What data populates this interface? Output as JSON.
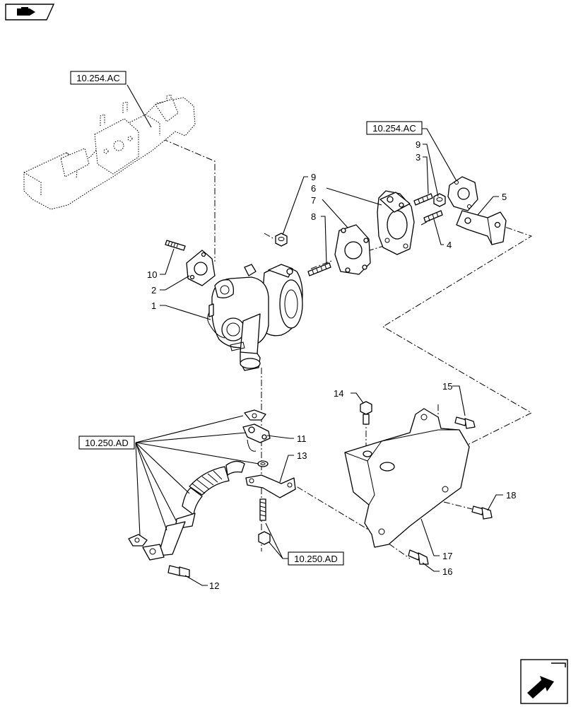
{
  "refs": {
    "manifold_top": "10.254.AC",
    "manifold_right": "10.254.AC",
    "oil_lines": "10.250.AD",
    "bottom_studs": "10.250.AD"
  },
  "callouts": {
    "c1": "1",
    "c2": "2",
    "c3": "3",
    "c4": "4",
    "c5": "5",
    "c6": "6",
    "c7": "7",
    "c8": "8",
    "c9a": "9",
    "c9b": "9",
    "c10": "10",
    "c11": "11",
    "c12": "12",
    "c13": "13",
    "c14": "14",
    "c15": "15",
    "c16": "16",
    "c17": "17",
    "c18": "18"
  },
  "icons": {
    "top_left": "book-arrow-icon",
    "bottom_right": "next-page-arrow-icon"
  }
}
